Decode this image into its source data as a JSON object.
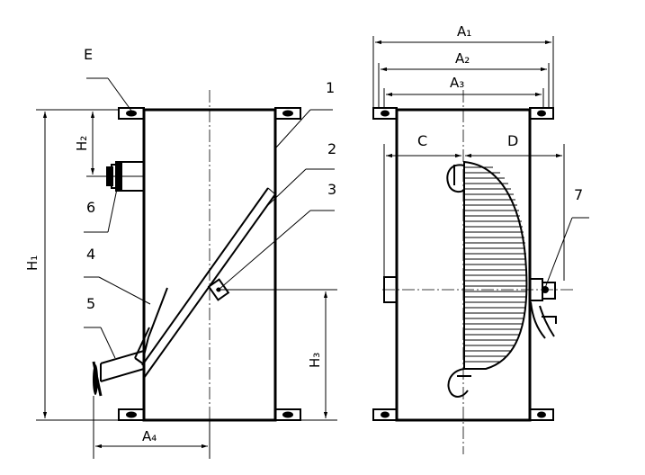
{
  "left_view": {
    "callouts": {
      "E": "E",
      "n1": "1",
      "n2": "2",
      "n3": "3",
      "n4": "4",
      "n5": "5",
      "n6": "6"
    },
    "dimensions": {
      "H1": "H₁",
      "H2": "H₂",
      "H3": "H₃",
      "A4": "A₄"
    }
  },
  "right_view": {
    "callouts": {
      "C": "C",
      "D": "D",
      "n7": "7"
    },
    "dimensions": {
      "A1": "A₁",
      "A2": "A₂",
      "A3": "A₃"
    }
  }
}
